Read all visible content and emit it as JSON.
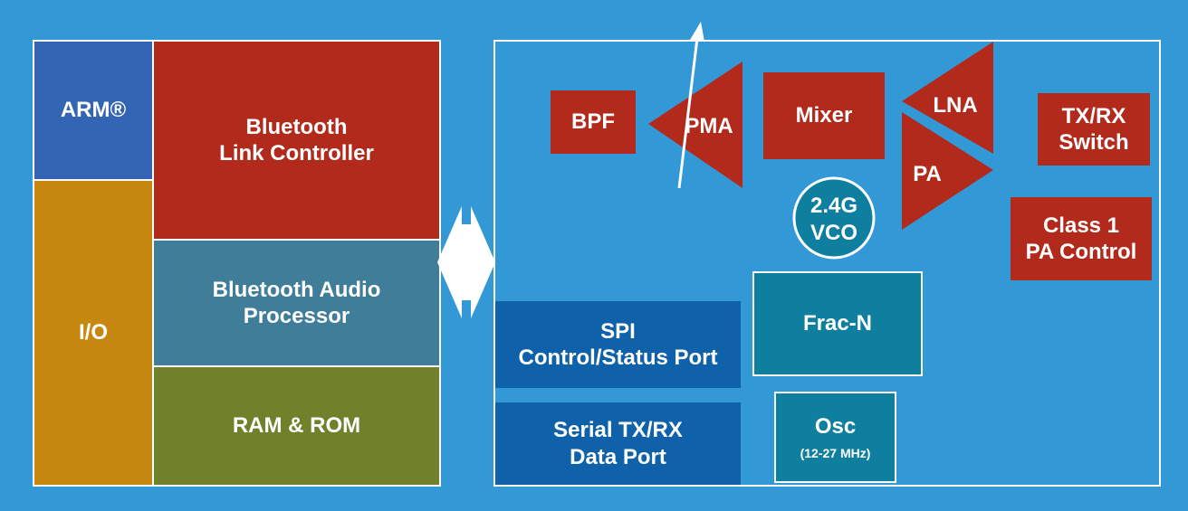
{
  "left": {
    "arm": "ARM®",
    "io": "I/O",
    "link_controller": [
      "Bluetooth",
      "Link Controller"
    ],
    "audio_processor": [
      "Bluetooth Audio",
      "Processor"
    ],
    "memory": "RAM & ROM"
  },
  "right": {
    "bpf": "BPF",
    "pma": "PMA",
    "mixer": "Mixer",
    "lna": "LNA",
    "pa": "PA",
    "txrx_switch": [
      "TX/RX",
      "Switch"
    ],
    "vco": [
      "2.4G",
      "VCO"
    ],
    "class1": [
      "Class 1",
      "PA Control"
    ],
    "frac_n": "Frac-N",
    "spi": [
      "SPI",
      "Control/Status Port"
    ],
    "serial": [
      "Serial TX/RX",
      "Data Port"
    ],
    "osc": "Osc",
    "osc_freq": "(12-27 MHz)"
  },
  "colors": {
    "background": "#3399d6",
    "arm": "#3464b4",
    "io": "#c78812",
    "link_controller": "#b22a1c",
    "audio_processor": "#3f7d99",
    "memory": "#6f812a",
    "rf_block": "#b22a1c",
    "synth": "#0f7fa0",
    "port": "#0f62a9"
  }
}
